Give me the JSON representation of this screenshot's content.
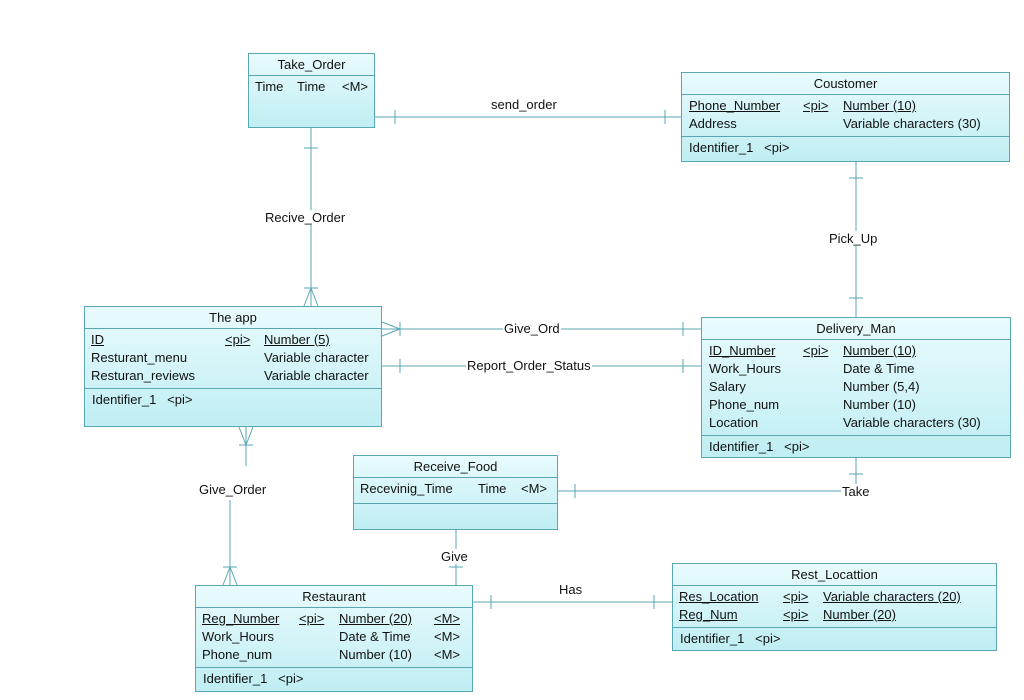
{
  "colors": {
    "line": "#5aa7b3",
    "fill_top": "#e9fbfd",
    "fill_bottom": "#bfeef3",
    "text": "#111111"
  },
  "entities": {
    "take_order": {
      "title": "Take_Order",
      "attrs": [
        {
          "name": "Time",
          "type": "Time",
          "flag": "<M>"
        }
      ]
    },
    "customer": {
      "title": "Coustomer",
      "attrs": [
        {
          "name": "Phone_Number",
          "key": "<pi>",
          "type": "Number (10)"
        },
        {
          "name": "Address",
          "type": "Variable characters (30)"
        }
      ],
      "identifier": "Identifier_1   <pi>"
    },
    "app": {
      "title": "The app",
      "attrs": [
        {
          "name": "ID",
          "key": "<pi>",
          "type": "Number (5)"
        },
        {
          "name": "Resturant_menu",
          "type": "Variable character"
        },
        {
          "name": "Resturan_reviews",
          "type": "Variable character"
        }
      ],
      "identifier": "Identifier_1   <pi>"
    },
    "delivery": {
      "title": "Delivery_Man",
      "attrs": [
        {
          "name": "ID_Number",
          "key": "<pi>",
          "type": "Number (10)"
        },
        {
          "name": "Work_Hours",
          "type": "Date & Time"
        },
        {
          "name": "Salary",
          "type": "Number (5,4)"
        },
        {
          "name": "Phone_num",
          "type": "Number (10)"
        },
        {
          "name": "Location",
          "type": "Variable characters (30)"
        }
      ],
      "identifier": "Identifier_1   <pi>"
    },
    "receive_food": {
      "title": "Receive_Food",
      "attrs": [
        {
          "name": "Recevinig_Time",
          "type": "Time",
          "flag": "<M>"
        }
      ]
    },
    "restaurant": {
      "title": "Restaurant",
      "attrs": [
        {
          "name": "Reg_Number",
          "key": "<pi>",
          "type": "Number (20)",
          "flag": "<M>"
        },
        {
          "name": "Work_Hours",
          "type": "Date & Time",
          "flag": "<M>"
        },
        {
          "name": "Phone_num",
          "type": "Number (10)",
          "flag": "<M>"
        }
      ],
      "identifier": "Identifier_1   <pi>"
    },
    "rest_location": {
      "title": "Rest_Locattion",
      "attrs": [
        {
          "name": "Res_Location",
          "key": "<pi>",
          "type": "Variable characters (20)"
        },
        {
          "name": "Reg_Num",
          "key": "<pi>",
          "type": "Number (20)"
        }
      ],
      "identifier": "Identifier_1   <pi>"
    }
  },
  "relationships": {
    "send_order": "send_order",
    "recive_order": "Recive_Order",
    "pick_up": "Pick_Up",
    "give_ord": "Give_Ord",
    "report_order_status": "Report_Order_Status",
    "give_order": "Give_Order",
    "take": "Take",
    "give": "Give",
    "has": "Has"
  }
}
